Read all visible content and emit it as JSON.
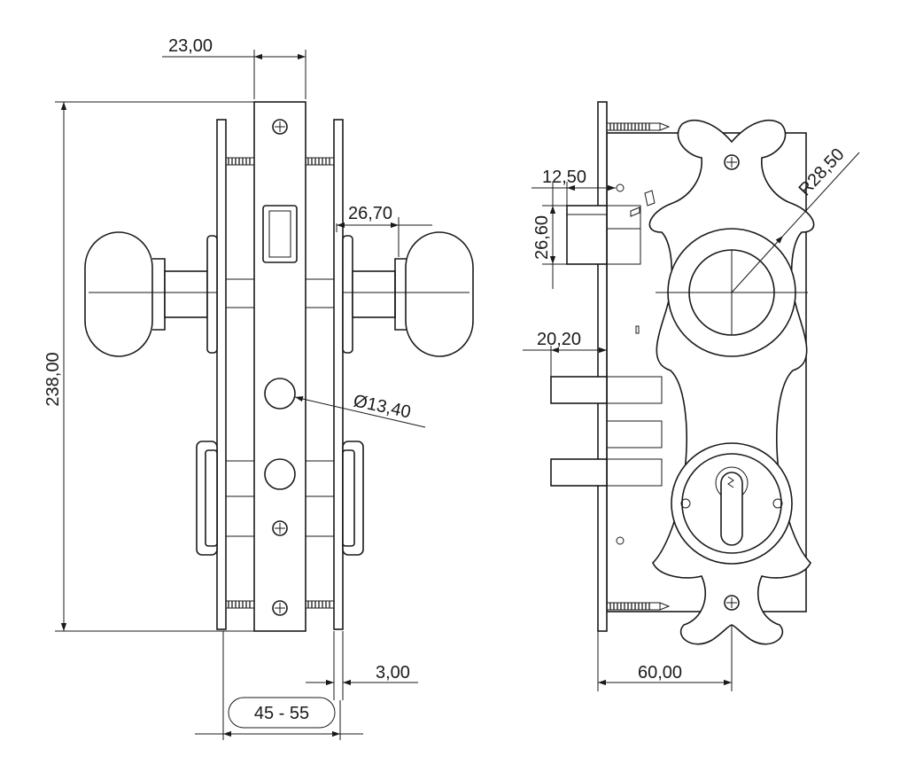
{
  "dimensions": {
    "top_width": "23,00",
    "height": "238,00",
    "knob_offset": "26,70",
    "hole_diameter": "Ø13,40",
    "plate_thickness": "3,00",
    "door_range": "45 - 55",
    "latch_width": "12,50",
    "latch_height": "26,60",
    "bolt_projection": "20,20",
    "rose_radius": "R28,50",
    "backset": "60,00"
  },
  "colors": {
    "line": "#1a1a1a",
    "background": "#ffffff"
  }
}
